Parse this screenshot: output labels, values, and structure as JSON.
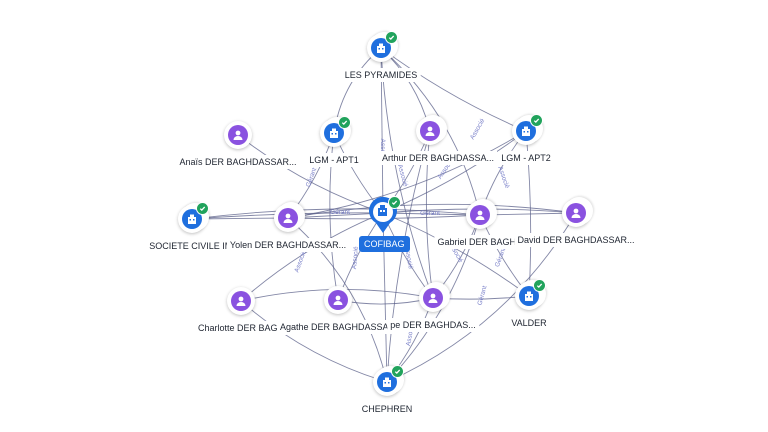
{
  "center": {
    "label": "COFIBAG",
    "type": "company"
  },
  "nodes": [
    {
      "id": "pyramides",
      "label": "LES PYRAMIDES",
      "type": "company",
      "verified": true
    },
    {
      "id": "lgm1",
      "label": "LGM - APT1",
      "type": "company",
      "verified": true
    },
    {
      "id": "lgm2",
      "label": "LGM - APT2",
      "type": "company",
      "verified": true
    },
    {
      "id": "anais",
      "label": "Anaïs DER BAGHDASSAR...",
      "type": "person"
    },
    {
      "id": "arthur",
      "label": "Arthur DER BAGHDASSA...",
      "type": "person"
    },
    {
      "id": "sci",
      "label": "SOCIETE CIVILE IMI",
      "type": "company",
      "verified": true
    },
    {
      "id": "yolen",
      "label": "Yolen DER BAGHDASSAR...",
      "type": "person"
    },
    {
      "id": "gabriel",
      "label": "Gabriel DER BAGHD",
      "type": "person"
    },
    {
      "id": "david",
      "label": "David DER BAGHDASSAR...",
      "type": "person"
    },
    {
      "id": "charlotte",
      "label": "Charlotte DER BAGH",
      "type": "person"
    },
    {
      "id": "agathe",
      "label": "Agathe DER BAGHDASSA...",
      "type": "person"
    },
    {
      "id": "pe",
      "label": "pe DER BAGHDAS...",
      "type": "person"
    },
    {
      "id": "valder",
      "label": "VALDER",
      "type": "company",
      "verified": true
    },
    {
      "id": "chephren",
      "label": "CHEPHREN",
      "type": "company",
      "verified": true
    }
  ],
  "edge_labels": [
    "Associé",
    "Gérant",
    "Associé",
    "Associé",
    "Gérant",
    "Associé",
    "Associé",
    "Associé",
    "Gérant",
    "Associé",
    "Associé",
    "Gérant",
    "Associé",
    "Gérant",
    "Associé"
  ],
  "colors": {
    "person": "#8a52e0",
    "company": "#1f6fde",
    "verified": "#21a35c",
    "edge": "#5a5f88",
    "edge_label": "#7a80c9"
  }
}
